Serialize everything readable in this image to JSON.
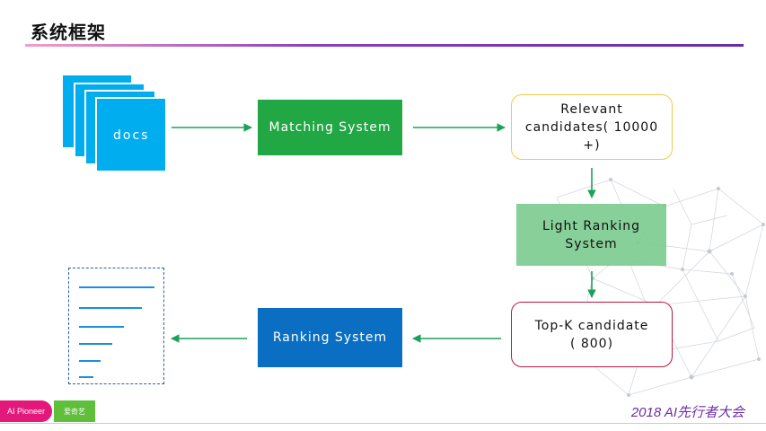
{
  "header": {
    "title": "系统框架"
  },
  "nodes": {
    "docs": "docs",
    "matching": "Matching System",
    "relevant_line1": "Relevant",
    "relevant_line2": "candidates( 10000",
    "relevant_line3": "+)",
    "light_line1": "Light Ranking",
    "light_line2": "System",
    "topk_line1": "Top-K candidate",
    "topk_line2": "( 800)",
    "ranking": "Ranking System"
  },
  "footer": {
    "brand_pill": "AI Pioneer",
    "logo_text": "爱奇艺",
    "conference": "2018 AI先行者大会"
  },
  "colors": {
    "docs_blue": "#00aef0",
    "matching_green": "#22a745",
    "ranking_blue": "#0a6fc2",
    "arrow_green": "#1aa25a",
    "accent_purple": "#6a2ca8",
    "brand_pink": "#e4187a"
  },
  "icons": {
    "document_stack": "document-stack-icon",
    "result_list": "result-list-icon",
    "network_decoration": "network-mesh-icon"
  }
}
